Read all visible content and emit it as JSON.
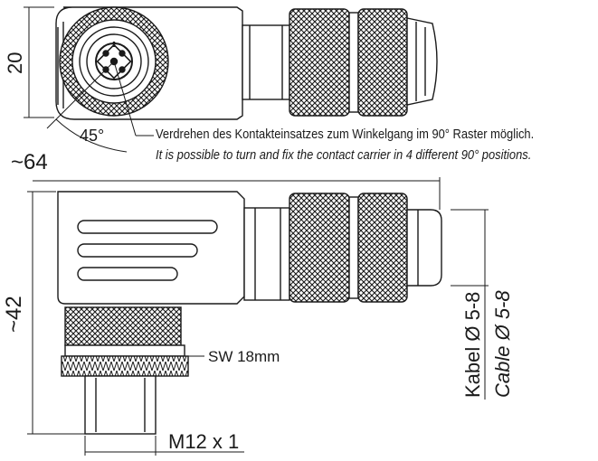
{
  "dimensions": {
    "top_height": "20",
    "angle": "45°",
    "width_approx": "~64",
    "height_approx": "~42",
    "wrench_size": "SW 18mm",
    "thread": "M12 x 1"
  },
  "notes": {
    "german": "Verdrehen des Kontakteinsatzes zum Winkelgang im 90° Raster möglich.",
    "english": "It is possible to turn and fix the contact carrier in 4 different 90° positions."
  },
  "cable": {
    "german": "Kabel Ø 5-8",
    "english": "Cable Ø 5-8"
  },
  "colors": {
    "line": "#1a1a1a",
    "fill": "#ffffff"
  }
}
